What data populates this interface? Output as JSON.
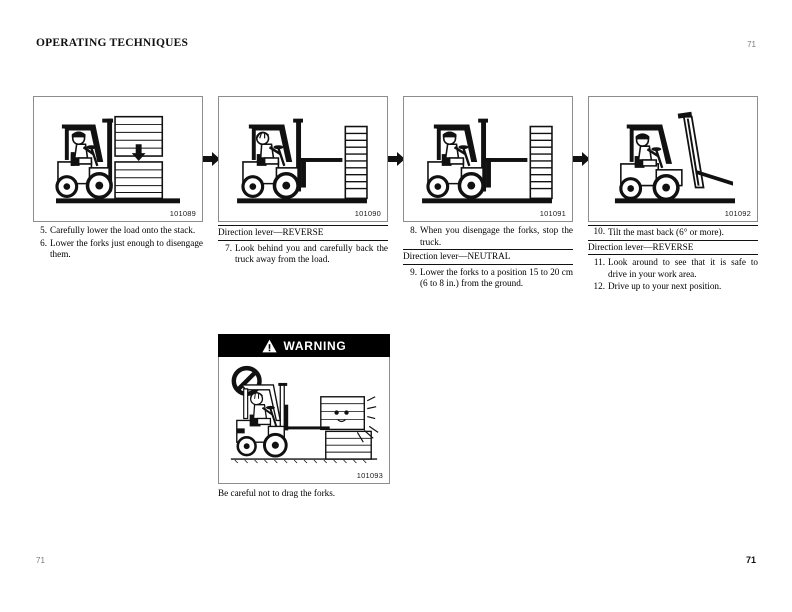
{
  "header": {
    "title": "OPERATING TECHNIQUES",
    "page_number": "71"
  },
  "footer": {
    "left_page_number": "71",
    "right_page_number": "71"
  },
  "steps": [
    {
      "figure_id": "101089",
      "figure_alt": "forklift-lowering-load-onto-stack",
      "items": [
        {
          "number": "5.",
          "text": "Carefully lower the load onto the stack."
        },
        {
          "number": "6.",
          "text": "Lower the forks just enough to disengage them."
        }
      ]
    },
    {
      "figure_id": "101090",
      "figure_alt": "forklift-backing-away-from-load",
      "lever_heading": "Direction lever—REVERSE",
      "items": [
        {
          "number": "7.",
          "text": "Look behind you and carefully back the truck away from the load."
        }
      ]
    },
    {
      "figure_id": "101091",
      "figure_alt": "forklift-stopped-forks-disengaged",
      "items_before": [
        {
          "number": "8.",
          "text": "When you disengage the forks, stop the truck."
        }
      ],
      "lever_heading": "Direction lever—NEUTRAL",
      "items": [
        {
          "number": "9.",
          "text": "Lower the forks to a position 15 to 20 cm (6 to 8 in.) from the ground."
        }
      ]
    },
    {
      "figure_id": "101092",
      "figure_alt": "forklift-mast-tilted-back",
      "items_before": [
        {
          "number": "10.",
          "text": "Tilt the mast back (6° or more)."
        }
      ],
      "lever_heading": "Direction lever—REVERSE",
      "items": [
        {
          "number": "11.",
          "text": "Look around to see that it is safe to drive in your work area."
        },
        {
          "number": "12.",
          "text": "Drive up to your next position."
        }
      ]
    }
  ],
  "warning": {
    "banner_label": "WARNING",
    "icon_name": "warning-triangle-icon",
    "prohibition_icon_name": "prohibition-icon",
    "figure_id": "101093",
    "figure_alt": "forklift-dragging-forks-prohibited",
    "caption": "Be careful not to drag the forks."
  },
  "colors": {
    "banner_background": "#000000",
    "banner_text": "#ffffff",
    "panel_border": "#8d8d8d",
    "page_number_gray": "#7a7a7a"
  }
}
